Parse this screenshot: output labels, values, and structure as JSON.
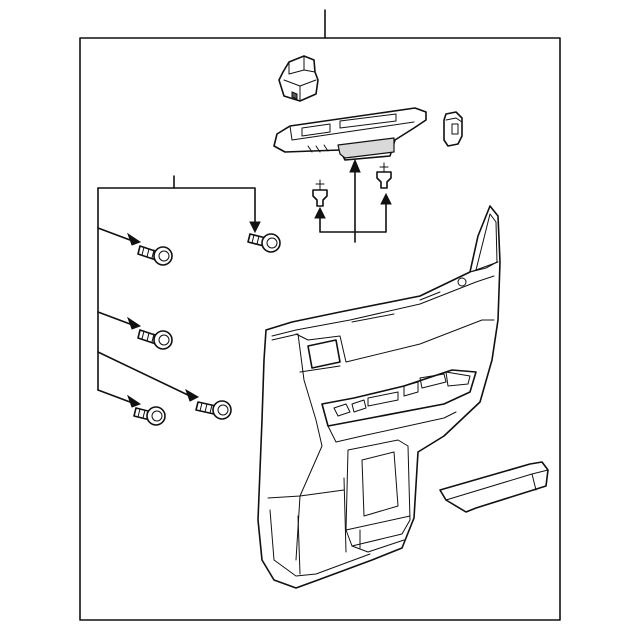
{
  "diagram": {
    "callout_labels": [],
    "parts": [
      {
        "name": "door-trim-panel"
      },
      {
        "name": "window-switch"
      },
      {
        "name": "switch-bezel"
      },
      {
        "name": "clip-retainer"
      },
      {
        "name": "push-clip"
      },
      {
        "name": "screw"
      },
      {
        "name": "armrest-pad"
      }
    ],
    "colors": {
      "line": "#111111",
      "background": "#ffffff",
      "shade": "#d9d9d9"
    }
  }
}
